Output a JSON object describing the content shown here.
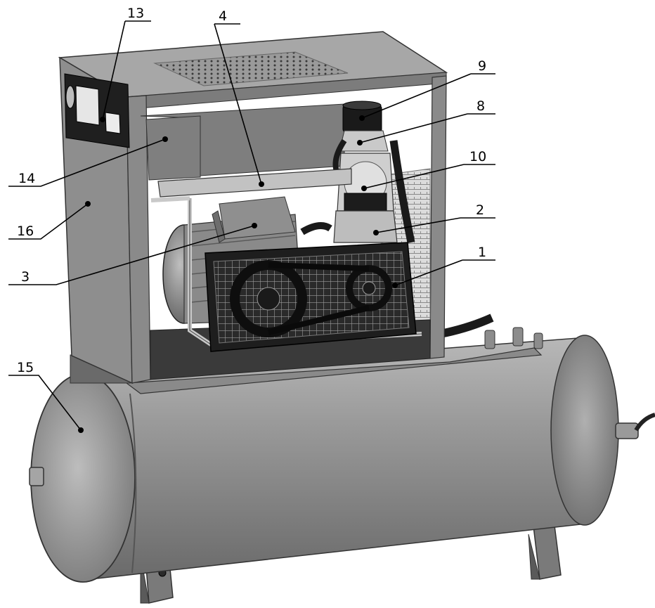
{
  "colors": {
    "background": "#ffffff",
    "cabinet": "#8e8e8e",
    "cabinet_dark": "#6e6e6e",
    "tank": "#8a8a8a",
    "line": "#000000"
  },
  "callouts": [
    {
      "id": "c13",
      "label": "13"
    },
    {
      "id": "c4",
      "label": "4"
    },
    {
      "id": "c9",
      "label": "9"
    },
    {
      "id": "c8",
      "label": "8"
    },
    {
      "id": "c10",
      "label": "10"
    },
    {
      "id": "c14",
      "label": "14"
    },
    {
      "id": "c2",
      "label": "2"
    },
    {
      "id": "c16",
      "label": "16"
    },
    {
      "id": "c1",
      "label": "1"
    },
    {
      "id": "c3",
      "label": "3"
    },
    {
      "id": "c15",
      "label": "15"
    }
  ]
}
